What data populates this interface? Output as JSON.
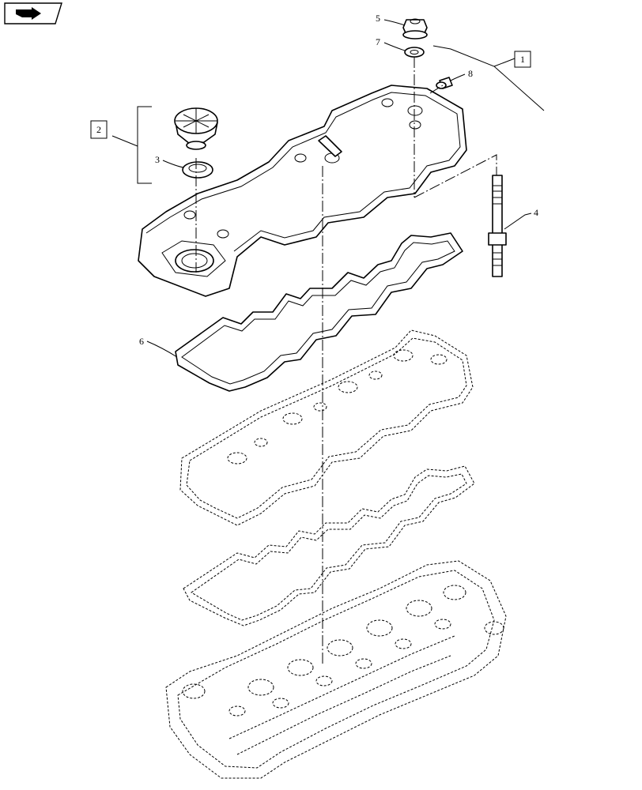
{
  "callouts": {
    "c1": "1",
    "c2": "2",
    "c3": "3",
    "c4": "4",
    "c5": "5",
    "c6": "6",
    "c7": "7",
    "c8": "8"
  },
  "icons": {
    "nav": "next-page-arrow-icon"
  }
}
